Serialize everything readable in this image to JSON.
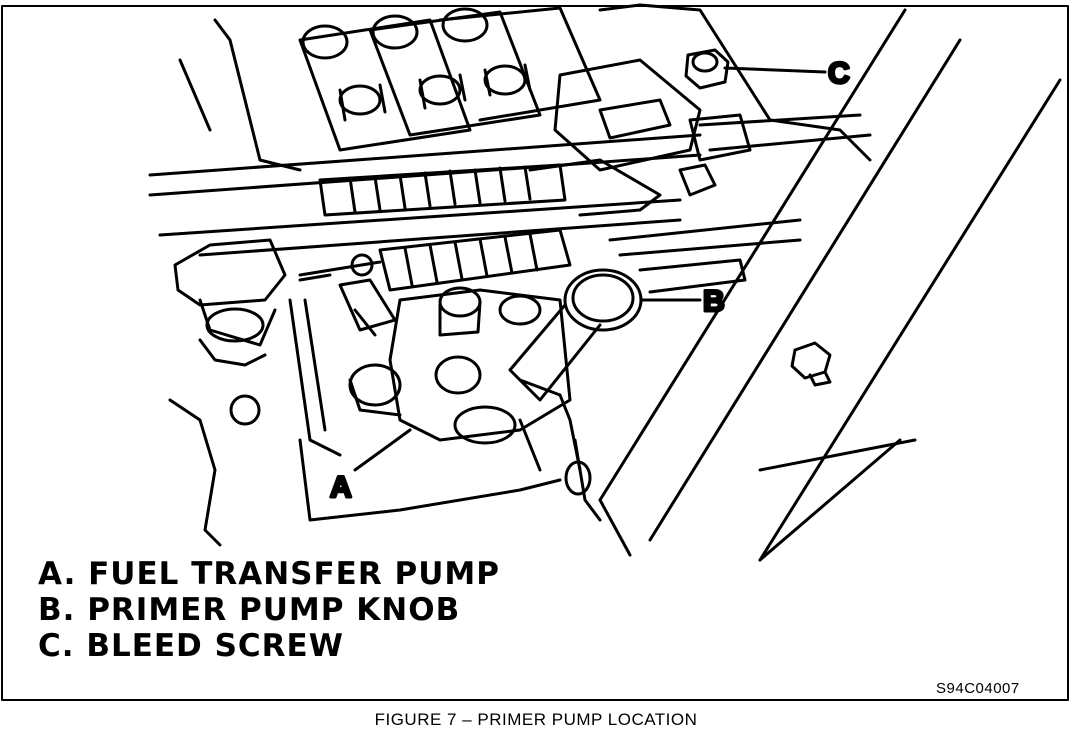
{
  "callouts": {
    "a": "A",
    "b": "B",
    "c": "C"
  },
  "legend": {
    "items": [
      "A. FUEL TRANSFER PUMP",
      "B. PRIMER PUMP KNOB",
      "C. BLEED SCREW"
    ]
  },
  "reference_code": "S94C04007",
  "caption": "FIGURE 7 – PRIMER PUMP LOCATION"
}
